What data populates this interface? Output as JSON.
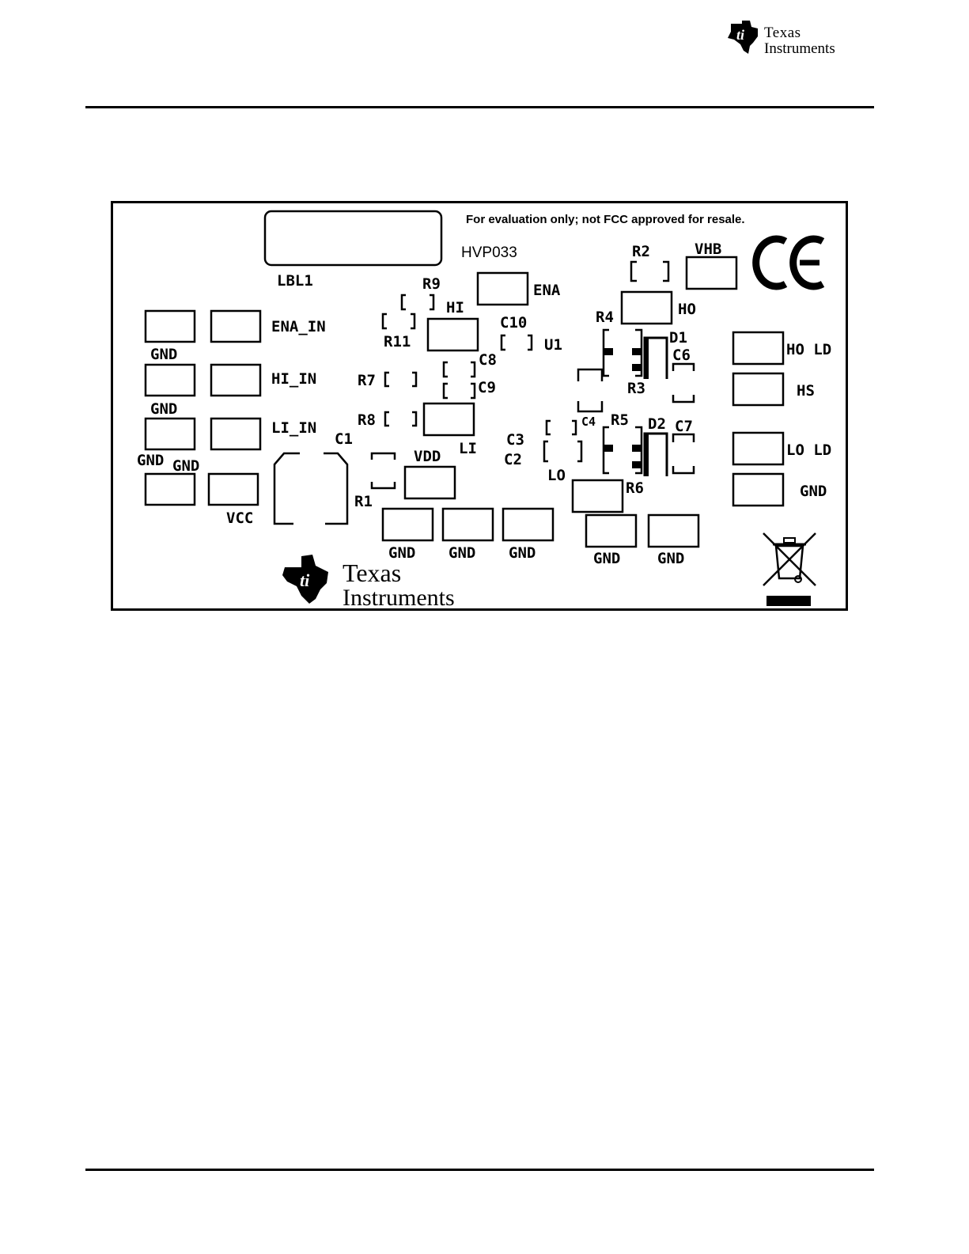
{
  "header": {
    "logo": {
      "line1": "Texas",
      "line2": "Instruments"
    }
  },
  "board": {
    "notice": "For evaluation only; not FCC approved for resale.",
    "board_id": "HVP033",
    "label_area": "LBL1",
    "ce_mark": "CE",
    "ti_logo": {
      "line1": "Texas",
      "line2": "Instruments"
    },
    "silkscreen": {
      "r9": "R9",
      "hi": "HI",
      "r11": "R11",
      "ena": "ENA",
      "c10": "C10",
      "u1": "U1",
      "c8": "C8",
      "c9": "C9",
      "r7": "R7",
      "r8": "R8",
      "li": "LI",
      "c1": "C1",
      "r1": "R1",
      "vdd": "VDD",
      "r2": "R2",
      "vhb": "VHB",
      "ho": "HO",
      "r4": "R4",
      "d1": "D1",
      "c6": "C6",
      "r3": "R3",
      "c4": "C4",
      "r5": "R5",
      "d2": "D2",
      "c7": "C7",
      "c3": "C3",
      "c2": "C2",
      "lo": "LO",
      "r6": "R6",
      "ena_in": "ENA_IN",
      "hi_in": "HI_IN",
      "li_in": "LI_IN",
      "gnd1": "GND",
      "gnd2": "GND",
      "gnd3": "GND",
      "gnd4": "GND",
      "vcc": "VCC",
      "gnd5": "GND",
      "gnd6": "GND",
      "gnd7": "GND",
      "gnd8": "GND",
      "gnd9": "GND",
      "ho_ld": "HO LD",
      "hs": "HS",
      "lo_ld": "LO LD",
      "gnd10": "GND"
    }
  }
}
